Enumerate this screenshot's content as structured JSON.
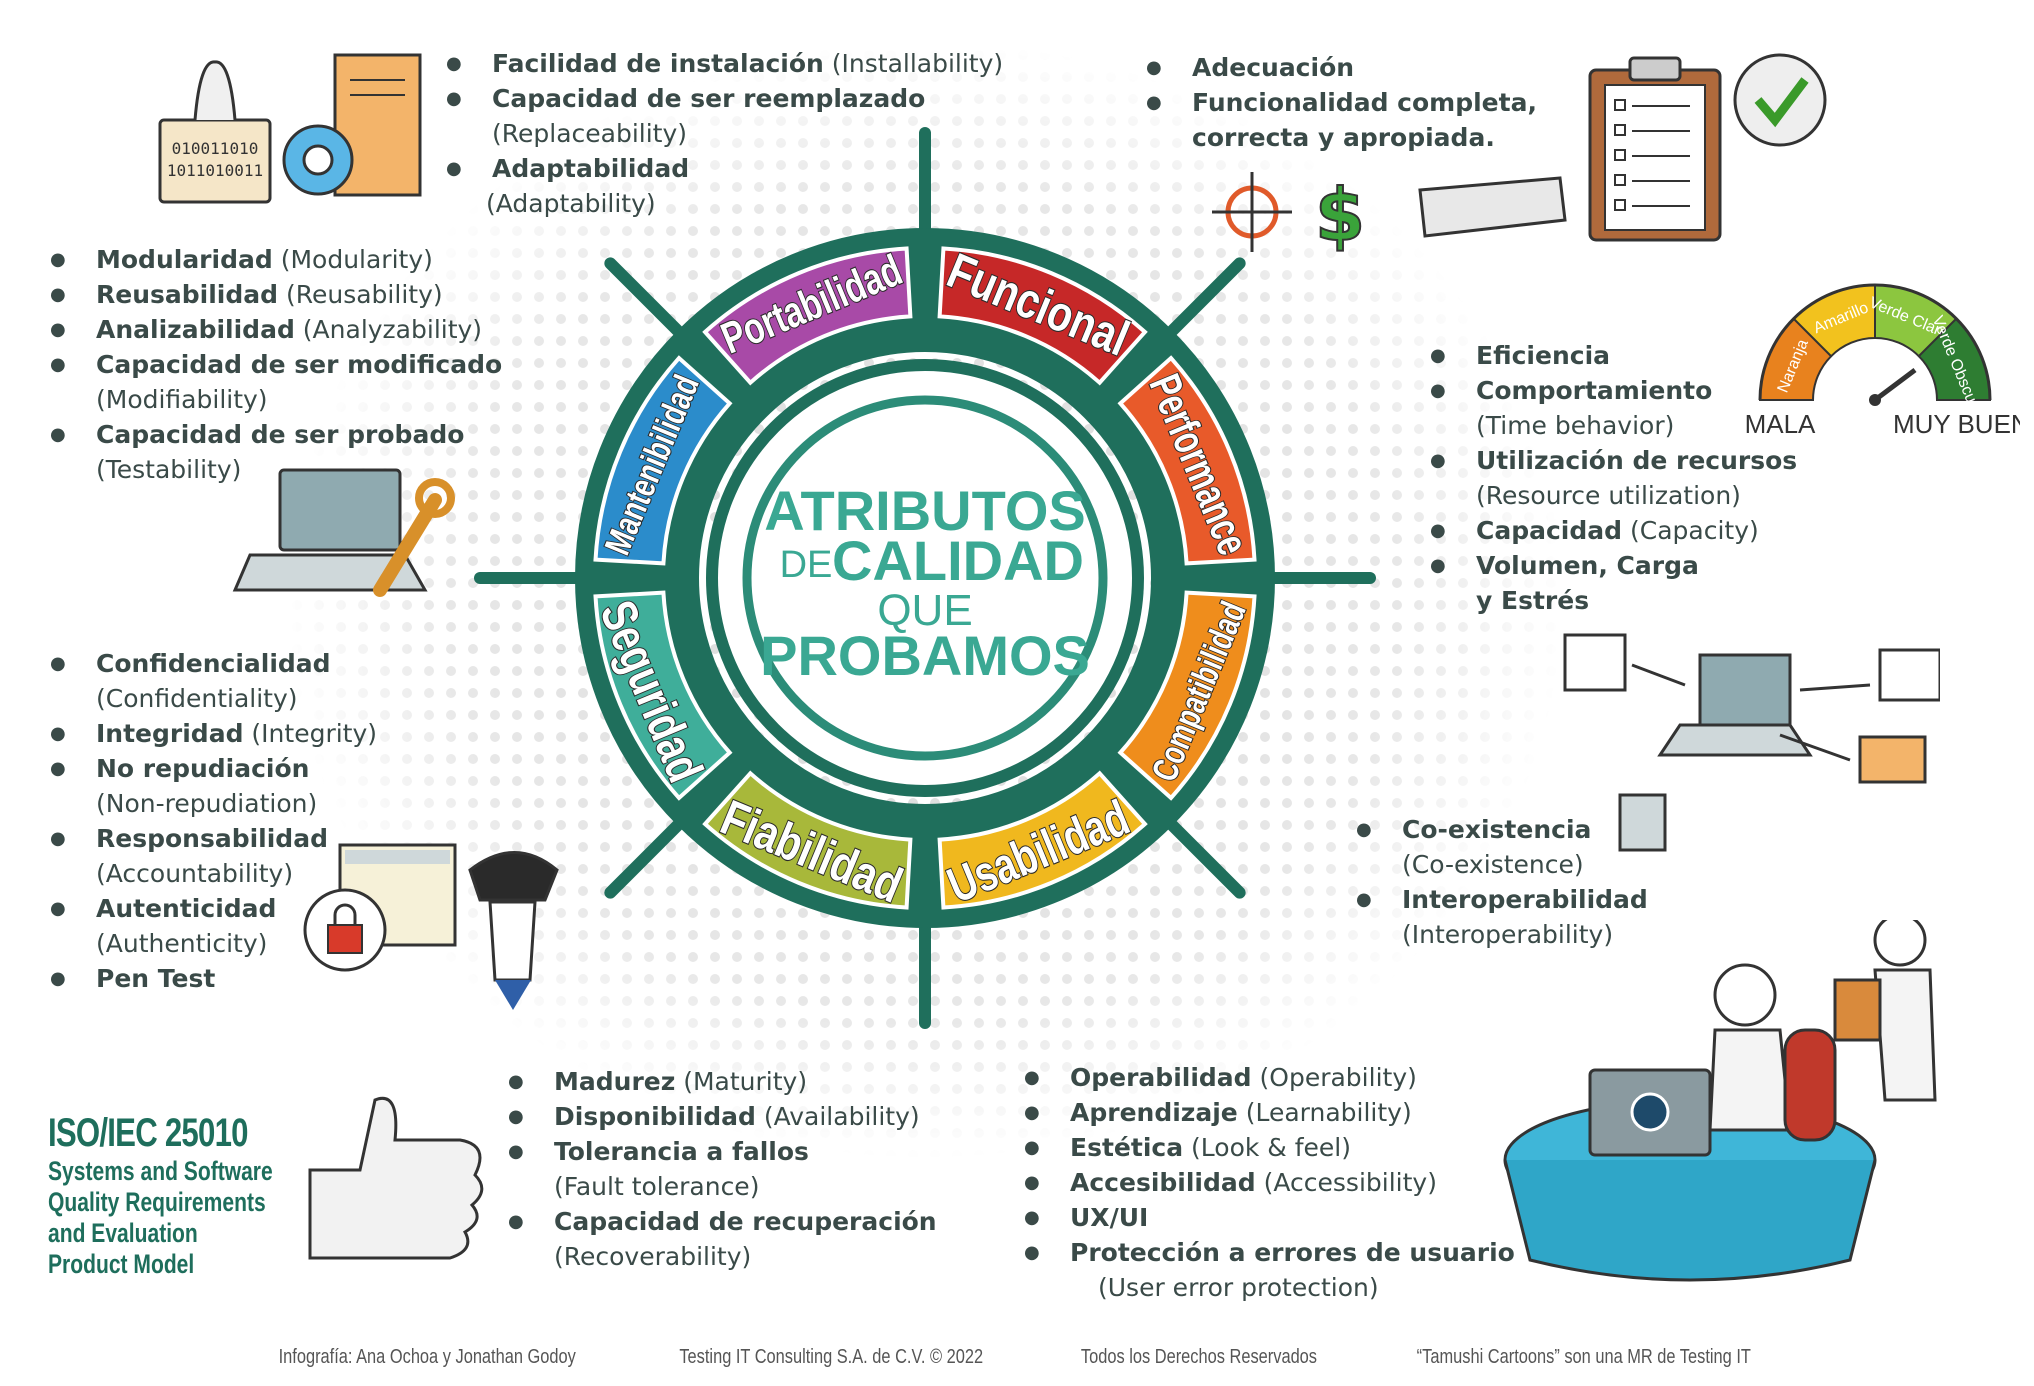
{
  "center": {
    "line1": "ATRIBUTOS",
    "line2a": "DE",
    "line2b": "CALIDAD",
    "line3": "QUE",
    "line4": "PROBAMOS"
  },
  "segments": [
    {
      "key": "portabilidad",
      "label": "Portabilidad",
      "color": "#a84aa7"
    },
    {
      "key": "funcional",
      "label": "Funcional",
      "color": "#c62828"
    },
    {
      "key": "performance",
      "label": "Performance",
      "color": "#e85a2a"
    },
    {
      "key": "compatibilidad",
      "label": "Compatibilidad",
      "color": "#ef8d1c"
    },
    {
      "key": "usabilidad",
      "label": "Usabilidad",
      "color": "#f0b81e"
    },
    {
      "key": "fiabilidad",
      "label": "Fiabilidad",
      "color": "#a8b83a"
    },
    {
      "key": "seguridad",
      "label": "Seguridad",
      "color": "#3fae9a"
    },
    {
      "key": "mantenibilidad",
      "label": "Mantenibilidad",
      "color": "#2b8ccb"
    }
  ],
  "portabilidad_list": [
    {
      "b": "Facilidad de instalación",
      "n": "(Installability)"
    },
    {
      "b": "Capacidad de ser reemplazado",
      "n": "(Replaceability)"
    },
    {
      "b": "Adaptabilidad",
      "n": "(Adaptability)"
    }
  ],
  "funcional_list": [
    {
      "b": "Adecuación",
      "n": ""
    },
    {
      "b": "Funcionalidad completa, correcta y apropiada.",
      "n": ""
    }
  ],
  "mantenibilidad_list": [
    {
      "b": "Modularidad",
      "n": "(Modularity)"
    },
    {
      "b": "Reusabilidad",
      "n": "(Reusability)"
    },
    {
      "b": "Analizabilidad",
      "n": "(Analyzability)"
    },
    {
      "b": "Capacidad de ser modificado",
      "n": "(Modifiability)"
    },
    {
      "b": "Capacidad de ser probado",
      "n": "(Testability)"
    }
  ],
  "performance_list": [
    {
      "b": "Eficiencia",
      "n": ""
    },
    {
      "b": "Comportamiento",
      "n": "(Time behavior)"
    },
    {
      "b": "Utilización de recursos",
      "n": "(Resource utilization)"
    },
    {
      "b": "Capacidad",
      "n": "(Capacity)"
    },
    {
      "b": "Volumen, Carga y Estrés",
      "n": ""
    }
  ],
  "seguridad_list": [
    {
      "b": "Confidencialidad",
      "n": "(Confidentiality)"
    },
    {
      "b": "Integridad",
      "n": "(Integrity)"
    },
    {
      "b": "No repudiación",
      "n": "(Non-repudiation)"
    },
    {
      "b": "Responsabilidad",
      "n": "(Accountability)"
    },
    {
      "b": "Autenticidad",
      "n": "(Authenticity)"
    },
    {
      "b": "Pen Test",
      "n": ""
    }
  ],
  "compatibilidad_list": [
    {
      "b": "Co-existencia",
      "n": "(Co-existence)"
    },
    {
      "b": "Interoperabilidad",
      "n": "(Interoperability)"
    }
  ],
  "fiabilidad_list": [
    {
      "b": "Madurez",
      "n": "(Maturity)"
    },
    {
      "b": "Disponibilidad",
      "n": "(Availability)"
    },
    {
      "b": "Tolerancia a fallos",
      "n": "(Fault tolerance)"
    },
    {
      "b": "Capacidad de recuperación",
      "n": "(Recoverability)"
    }
  ],
  "usabilidad_list": [
    {
      "b": "Operabilidad",
      "n": "(Operability)"
    },
    {
      "b": "Aprendizaje",
      "n": "(Learnability)"
    },
    {
      "b": "Estética",
      "n": "(Look & feel)"
    },
    {
      "b": "Accesibilidad",
      "n": "(Accessibility)"
    },
    {
      "b": "UX/UI",
      "n": ""
    },
    {
      "b": "Protección a errores de usuario",
      "n": "(User error protection)"
    }
  ],
  "gauge": {
    "labels": [
      "Naranja",
      "Amarillo",
      "Verde Claro",
      "Verde Obscuro"
    ],
    "colors": [
      "#e8821e",
      "#f2c21e",
      "#8cc63f",
      "#2e7d32"
    ],
    "left": "MALA",
    "right": "MUY BUENA"
  },
  "binary": {
    "l1": "010011010",
    "l2": "1011010011"
  },
  "iso": {
    "title": "ISO/IEC 25010",
    "subtitle": "Systems and Software Quality Requirements and Evaluation Product Model"
  },
  "footer": [
    "Infografía: Ana Ochoa y Jonathan Godoy",
    "Testing IT Consulting S.A. de C.V. © 2022",
    "Todos los Derechos Reservados",
    "“Tamushi Cartoons”  son una MR de Testing IT"
  ],
  "colors": {
    "ring": "#1f6f5c",
    "accent": "#3aa893"
  }
}
